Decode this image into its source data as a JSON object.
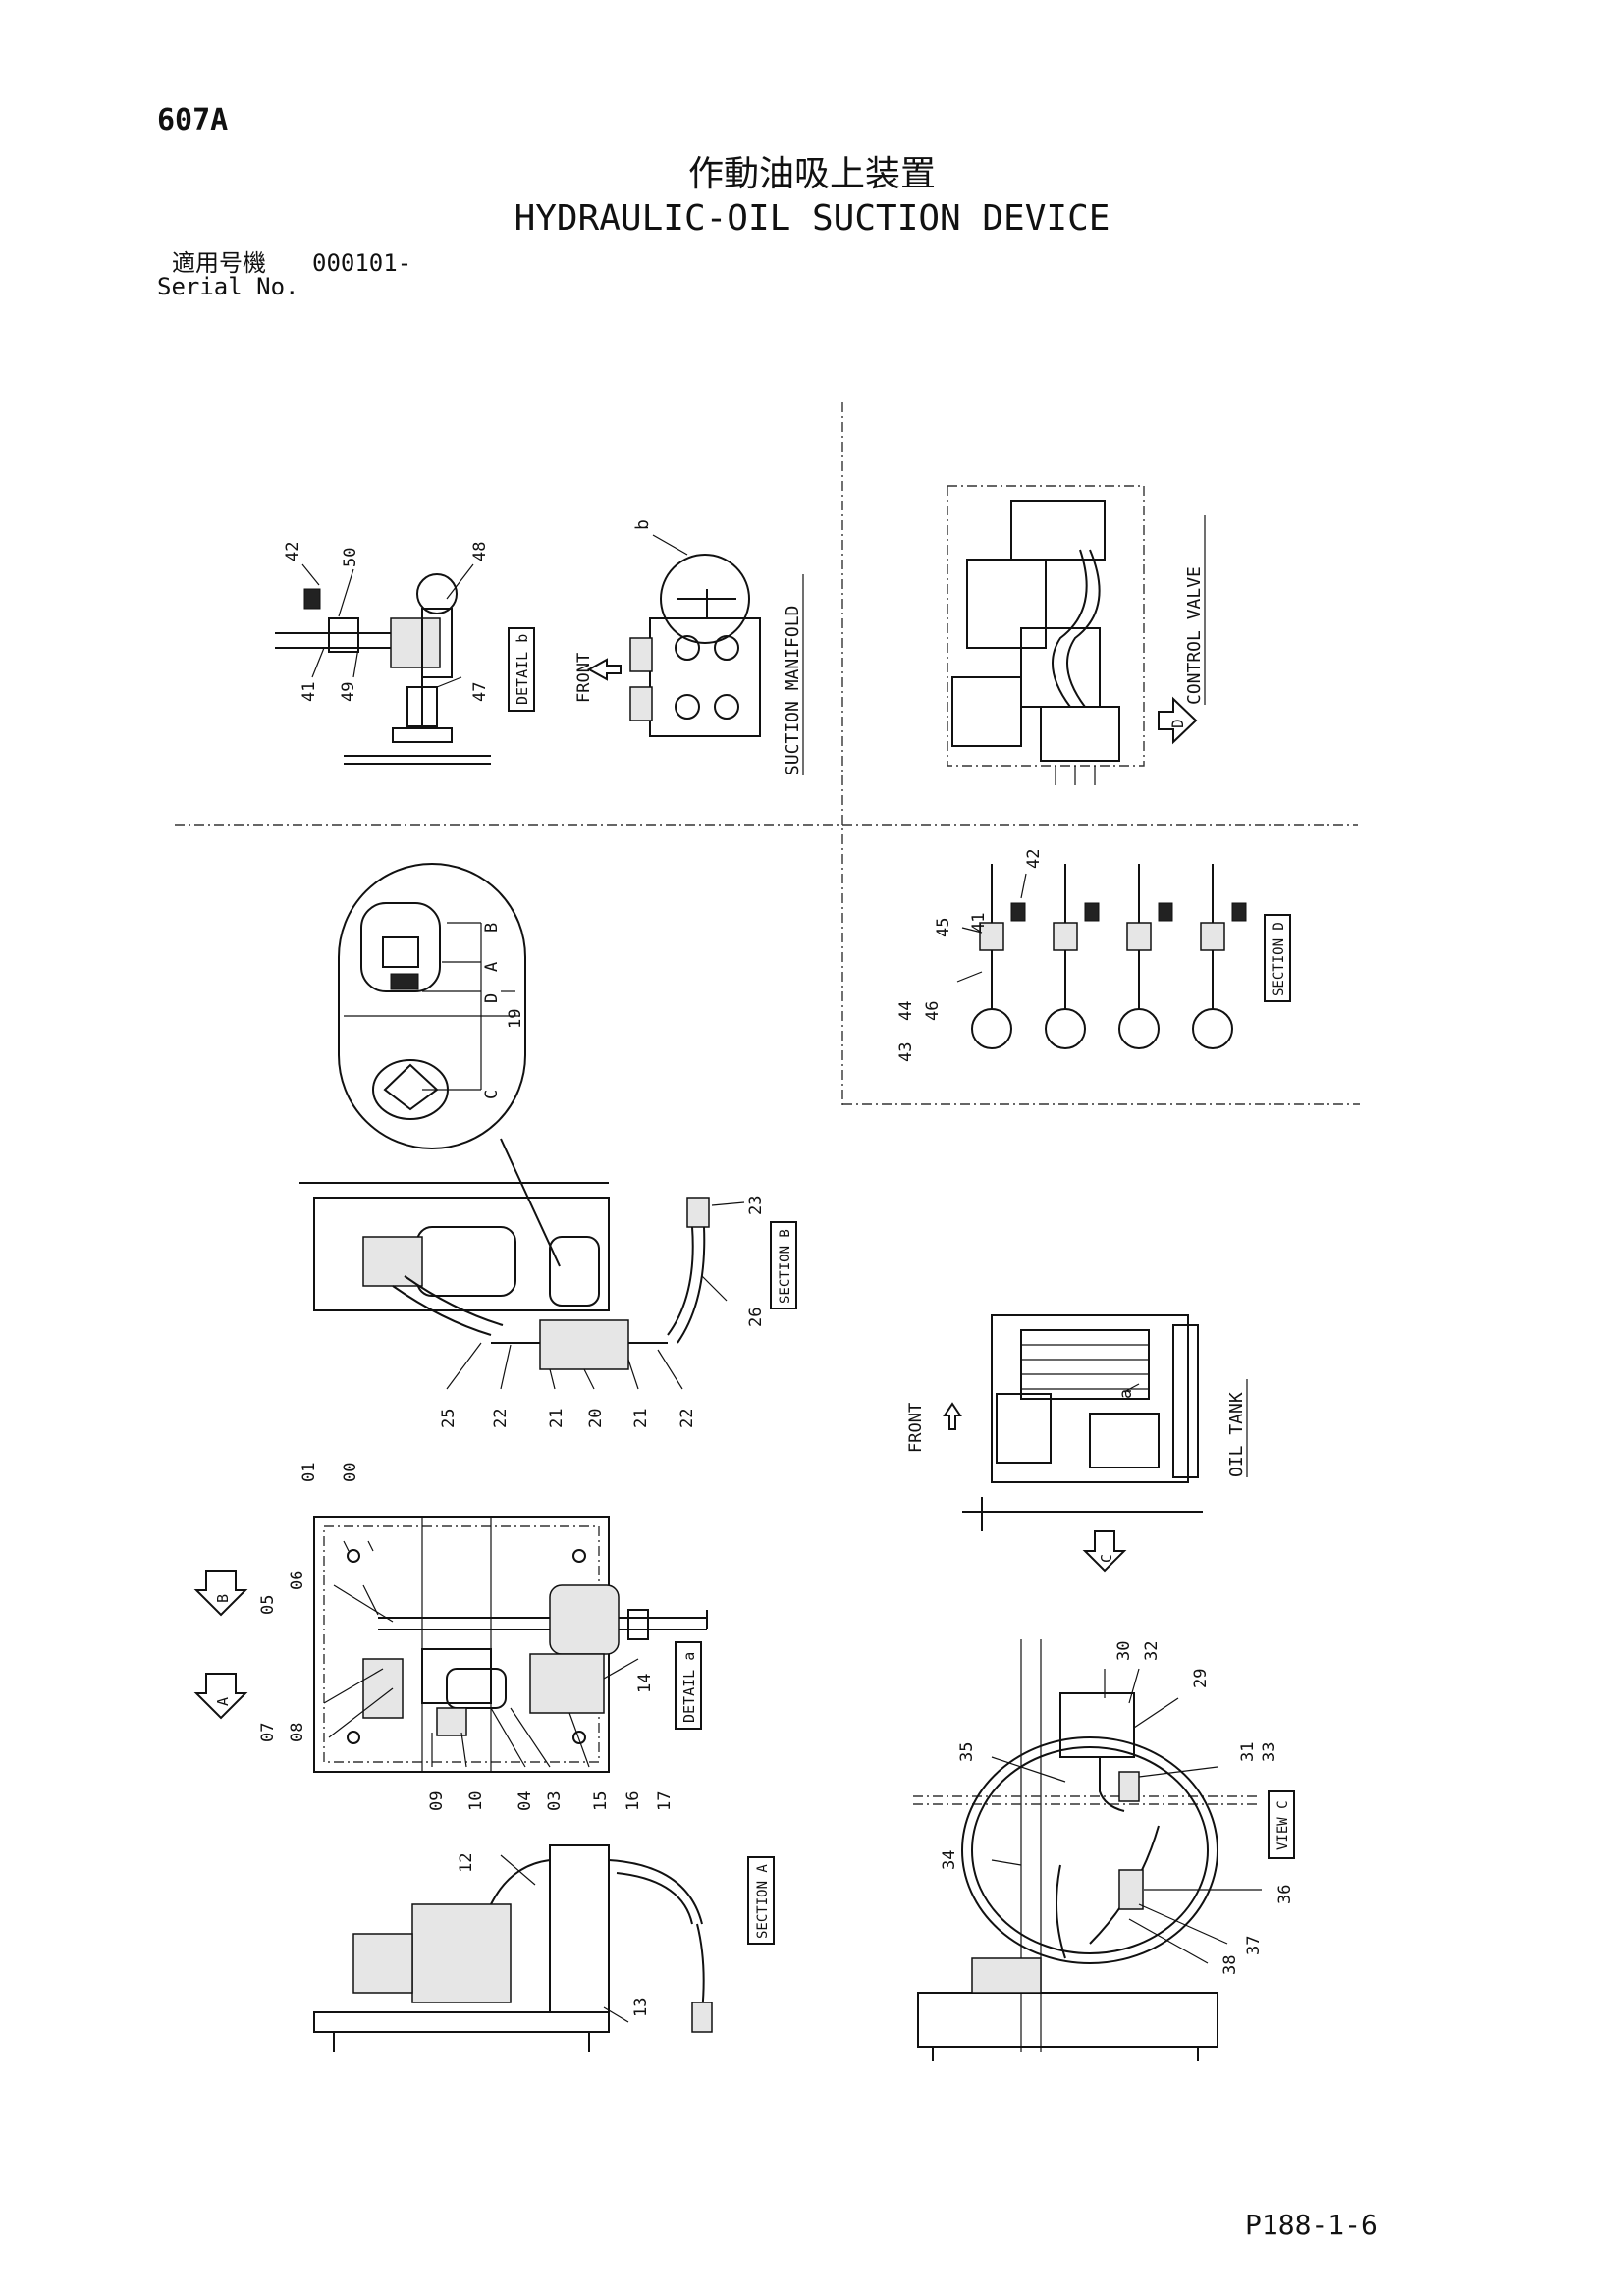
{
  "header": {
    "page_number": "607A",
    "title_jp": "作動油吸上装置",
    "title_en": "HYDRAULIC-OIL SUCTION DEVICE",
    "serial_label_jp": "適用号機",
    "serial_value": "000101-",
    "serial_label_en": "Serial No."
  },
  "views": {
    "detail_b": "DETAIL b",
    "front": "FRONT",
    "suction_manifold": "SUCTION MANIFOLD",
    "detail_b_marker": "b",
    "control_valve": "CONTROL VALVE",
    "view_d_marker": "D",
    "section_d": "SECTION D",
    "section_b": "SECTION B",
    "oil_tank": "OIL TANK",
    "oil_tank_front": "FRONT",
    "detail_a_marker": "a",
    "view_c_marker": "C",
    "marker_b": "B",
    "marker_a": "A",
    "detail_a": "DETAIL a",
    "section_a": "SECTION A",
    "view_c": "VIEW C"
  },
  "callouts": {
    "c42": "42",
    "c50": "50",
    "c48": "48",
    "c41": "41",
    "c49": "49",
    "c47": "47",
    "c42b": "42",
    "c41b": "41",
    "c45": "45",
    "c44": "44",
    "c46": "46",
    "c43": "43",
    "cB": "B",
    "cA": "A",
    "cD": "D",
    "cC": "C",
    "c19": "19",
    "c23": "23",
    "c26": "26",
    "c25": "25",
    "c22a": "22",
    "c21a": "21",
    "c20": "20",
    "c21b": "21",
    "c22b": "22",
    "c01": "01",
    "c00": "00",
    "c06": "06",
    "c05": "05",
    "c07": "07",
    "c08": "08",
    "c09": "09",
    "c10": "10",
    "c04": "04",
    "c03": "03",
    "c15": "15",
    "c16": "16",
    "c17": "17",
    "c14": "14",
    "c12": "12",
    "c13": "13",
    "c30": "30",
    "c32": "32",
    "c29": "29",
    "c31": "31",
    "c33": "33",
    "c35": "35",
    "c34": "34",
    "c36": "36",
    "c37": "37",
    "c38": "38"
  },
  "footer": {
    "page_code": "P188-1-6"
  }
}
